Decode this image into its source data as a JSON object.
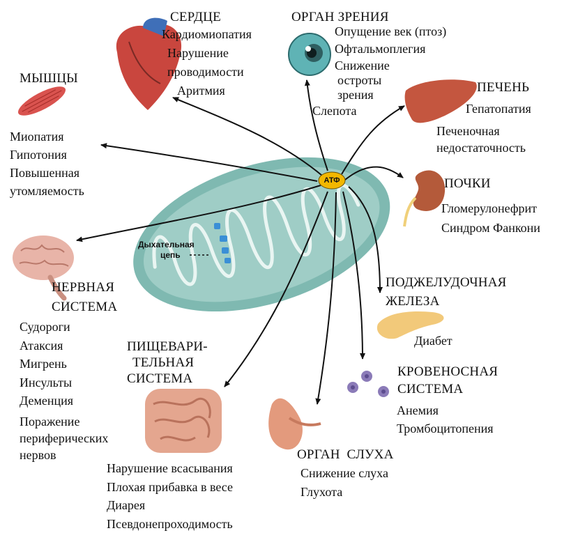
{
  "center": {
    "atp": "АТФ",
    "resp_chain": [
      "Дыхательная",
      "цепь"
    ]
  },
  "organs": [
    {
      "key": "heart",
      "title": [
        "СЕРДЦЕ"
      ],
      "items": [
        "Кардиомиопатия",
        "Нарушение",
        "проводимости",
        "Аритмия"
      ]
    },
    {
      "key": "eye",
      "title": [
        "ОРГАН ЗРЕНИЯ"
      ],
      "items": [
        "Опущение век (птоз)",
        "Офтальмоплегия",
        "Снижение",
        "остроты",
        "зрения",
        "Слепота"
      ]
    },
    {
      "key": "muscle",
      "title": [
        "МЫШЦЫ"
      ],
      "items": [
        "Миопатия",
        "Гипотония",
        "Повышенная",
        "утомляемость"
      ]
    },
    {
      "key": "liver",
      "title": [
        "ПЕЧЕНЬ"
      ],
      "items": [
        "Гепатопатия",
        "Печеночная",
        "недостаточность"
      ]
    },
    {
      "key": "kidney",
      "title": [
        "ПОЧКИ"
      ],
      "items": [
        "Гломерулонефрит",
        "Синдром Фанкони"
      ]
    },
    {
      "key": "nervous",
      "title": [
        "НЕРВНАЯ",
        "СИСТЕМА"
      ],
      "items": [
        "Судороги",
        "Атаксия",
        "Мигрень",
        "Инсульты",
        "Деменция",
        "Поражение",
        "периферических",
        "нервов"
      ]
    },
    {
      "key": "pancreas",
      "title": [
        "ПОДЖЕЛУДОЧНАЯ",
        "ЖЕЛЕЗА"
      ],
      "items": [
        "Диабет"
      ]
    },
    {
      "key": "digestive",
      "title": [
        "ПИЩЕВАРИ-",
        "ТЕЛЬНАЯ",
        "СИСТЕМА"
      ],
      "items": [
        "Нарушение всасывания",
        "Плохая прибавка в весе",
        "Диарея",
        "Псевдонепроходимость"
      ]
    },
    {
      "key": "blood",
      "title": [
        "КРОВЕНОСНАЯ",
        "СИСТЕМА"
      ],
      "items": [
        "Анемия",
        "Тромбоцитопения"
      ]
    },
    {
      "key": "ear",
      "title": [
        "ОРГАН  СЛУХА"
      ],
      "items": [
        "Снижение слуха",
        "Глухота"
      ]
    }
  ],
  "colors": {
    "mito_outer": "#7fb9b1",
    "mito_inner": "#9fcdc6",
    "cristae": "#e9f5f2",
    "atp_fill": "#f2b700",
    "arrow": "#111111",
    "heart_red": "#c9463e",
    "heart_blue": "#3f6fb8",
    "eye_teal": "#5fb3b5",
    "liver": "#c4563f",
    "kidney": "#b45a3a",
    "muscle": "#d9534f",
    "brain": "#e8b4a8",
    "intestine": "#e4a68f",
    "pancreas": "#f2c97a",
    "ear": "#e39a7d",
    "blood_cell": "#8b7bb8",
    "chain_blue": "#3a8fd6"
  }
}
